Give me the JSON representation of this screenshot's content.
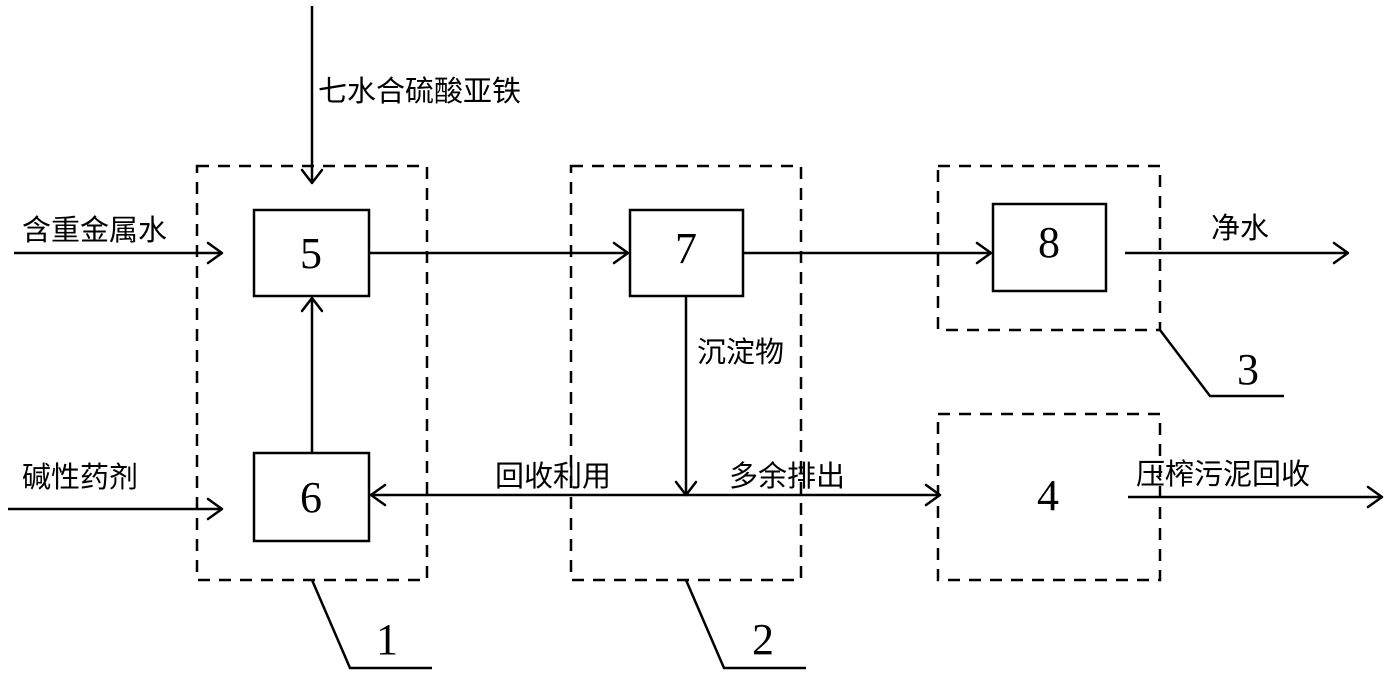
{
  "diagram": {
    "inputs": {
      "ferrous_sulfate": "七水合硫酸亚铁",
      "heavy_metal_water": "含重金属水",
      "alkaline_agent": "碱性药剂"
    },
    "outputs": {
      "clean_water": "净水",
      "sludge_recovery": "压榨污泥回收"
    },
    "flow_labels": {
      "sediment": "沉淀物",
      "recycle": "回收利用",
      "excess_discharge": "多余排出"
    },
    "units": {
      "unit_1": "1",
      "unit_2": "2",
      "unit_3": "3",
      "unit_4": "4"
    },
    "boxes": {
      "box_5": "5",
      "box_6": "6",
      "box_7": "7",
      "box_8": "8"
    }
  }
}
